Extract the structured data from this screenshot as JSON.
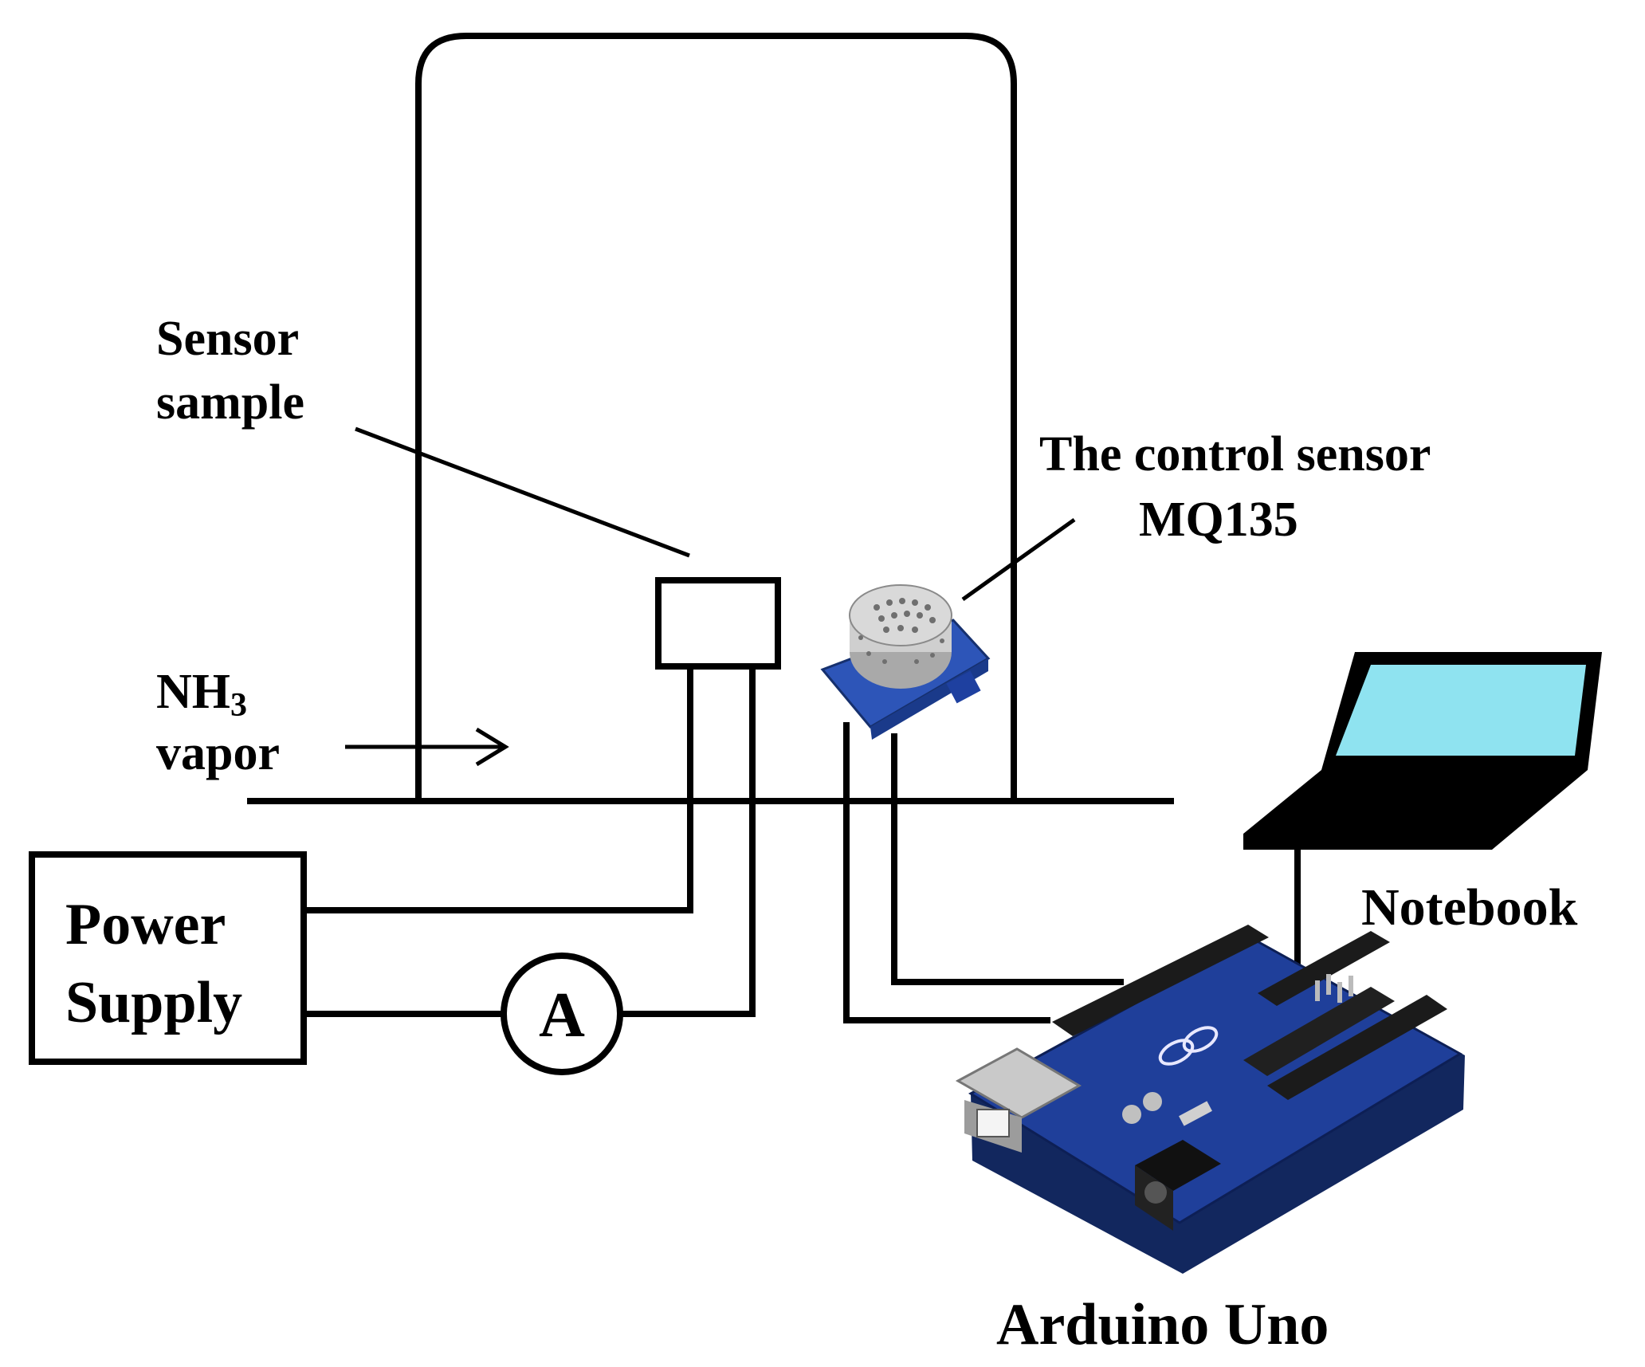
{
  "labels": {
    "sensor_sample_line1": "Sensor",
    "sensor_sample_line2": "sample",
    "control_sensor_line1": "The control sensor",
    "control_sensor_line2": "MQ135",
    "nh3_main": "NH",
    "nh3_sub": "3",
    "vapor": "vapor",
    "power_supply_line1": "Power",
    "power_supply_line2": "Supply",
    "ammeter_symbol": "A",
    "notebook": "Notebook",
    "arduino": "Arduino Uno"
  },
  "colors": {
    "line": "#000000",
    "notebook_screen": "#8fe3f0",
    "board": "#1f3f9a",
    "board_dark": "#12275e",
    "sensor_mesh": "#c9c9c9",
    "sensor_board": "#2d55b8"
  },
  "icons": {
    "ammeter": "ammeter-icon",
    "notebook": "laptop-icon",
    "arduino": "arduino-board-icon",
    "mq135": "gas-sensor-icon",
    "sensor_sample": "sensor-sample-box"
  }
}
